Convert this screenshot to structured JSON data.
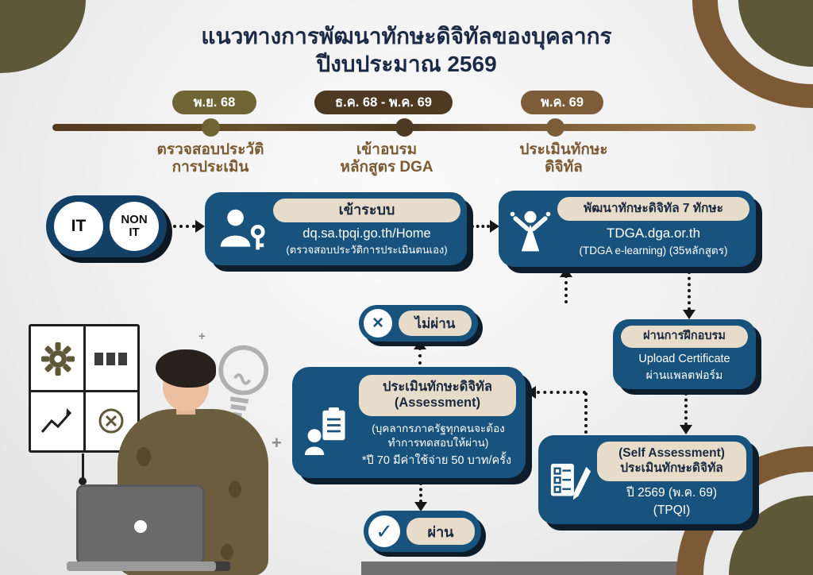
{
  "title": {
    "line1": "แนวทางการพัฒนาทักษะดิจิทัลของบุคลากร",
    "line2": "ปีงบประมาณ 2569"
  },
  "timeline": {
    "milestones": [
      {
        "badge": "พ.ย. 68",
        "label_line1": "ตรวจสอบประวัติ",
        "label_line2": "การประเมิน"
      },
      {
        "badge": "ธ.ค. 68 - พ.ค. 69",
        "label_line1": "เข้าอบรม",
        "label_line2": "หลักสูตร DGA"
      },
      {
        "badge": "พ.ค. 69",
        "label_line1": "ประเมินทักษะ",
        "label_line2": "ดิจิทัล"
      }
    ]
  },
  "flow": {
    "audience": {
      "it": "IT",
      "non_line1": "NON",
      "non_line2": "IT"
    },
    "login": {
      "header": "เข้าระบบ",
      "url": "dq.sa.tpqi.go.th/Home",
      "note": "(ตรวจสอบประวัติการประเมินตนเอง)"
    },
    "develop": {
      "header": "พัฒนาทักษะดิจิทัล 7 ทักษะ",
      "url": "TDGA.dga.or.th",
      "note": "(TDGA e-learning) (35หลักสูตร)"
    },
    "passed_training": {
      "header": "ผ่านการฝึกอบรม",
      "line1": "Upload Certificate",
      "line2": "ผ่านแพลตฟอร์ม"
    },
    "self_assessment": {
      "header_line1": "(Self Assessment)",
      "header_line2": "ประเมินทักษะดิจิทัล",
      "line1": "ปี 2569 (พ.ค. 69)",
      "line2": "(TPQI)"
    },
    "assessment": {
      "header_line1": "ประเมินทักษะดิจิทัล",
      "header_line2": "(Assessment)",
      "note_line1": "(บุคลากรภาครัฐทุกคนจะต้อง",
      "note_line2": "ทำการทดสอบให้ผ่าน)",
      "fee_note": "*ปี 70 มีค่าใช้จ่าย 50 บาท/ครั้ง"
    },
    "fail": {
      "label": "ไม่ผ่าน",
      "glyph": "×"
    },
    "pass": {
      "label": "ผ่าน",
      "glyph": "✓"
    }
  },
  "icons": {
    "login": "person-key-icon",
    "develop": "person-achievement-icon",
    "self_assessment": "checklist-pencil-icon",
    "assessment": "person-clipboard-icon",
    "fail": "x-circle-icon",
    "pass": "check-circle-icon",
    "board": [
      "gear-icon",
      "bars-icon",
      "line-chart-icon",
      "circle-x-icon"
    ],
    "illustration": [
      "lightbulb-icon",
      "person-laptop-illustration"
    ]
  },
  "colors": {
    "navy": "#18537E",
    "navy_shadow": "#0E1D2B",
    "cream": "#E6DCC9",
    "olive": "#5E5839",
    "brown": "#7C5A36",
    "dark_brown": "#4E3A22",
    "badge_olive": "#6F6434",
    "badge_brown": "#7D5C39",
    "label_brown": "#7B5A32",
    "title_ink": "#1B2A45"
  }
}
